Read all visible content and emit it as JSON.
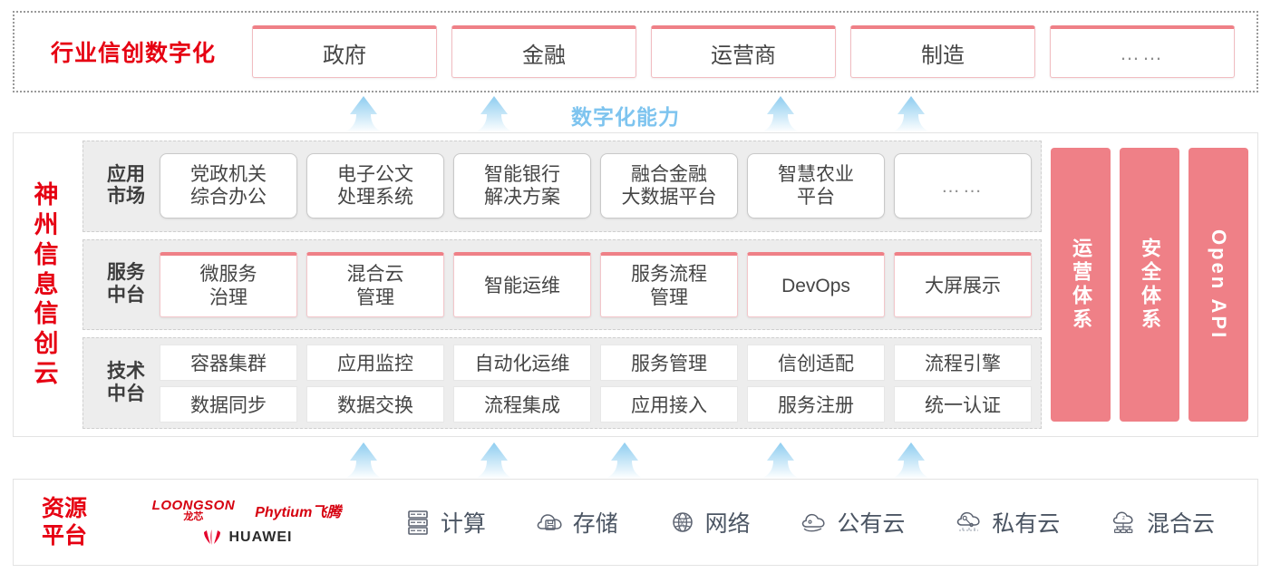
{
  "colors": {
    "red": "#e60012",
    "pink": "#ef8087",
    "arrow_blue": "#a9dcf5",
    "band_gray": "#ededed"
  },
  "industry": {
    "title": "行业信创数字化",
    "cards": [
      {
        "label": "政府"
      },
      {
        "label": "金融"
      },
      {
        "label": "运营商"
      },
      {
        "label": "制造"
      },
      {
        "label": "……"
      }
    ]
  },
  "capability_label": "数字化能力",
  "platform": {
    "vertical_title": [
      "神",
      "州",
      "信",
      "息",
      "信",
      "创",
      "云"
    ],
    "bands": [
      {
        "label": "应用\n市场",
        "label_lines": [
          "应用",
          "市场"
        ],
        "items": [
          {
            "lines": [
              "党政机关",
              "综合办公"
            ]
          },
          {
            "lines": [
              "电子公文",
              "处理系统"
            ]
          },
          {
            "lines": [
              "智能银行",
              "解决方案"
            ]
          },
          {
            "lines": [
              "融合金融",
              "大数据平台"
            ]
          },
          {
            "lines": [
              "智慧农业",
              "平台"
            ]
          },
          {
            "lines": [
              "……"
            ],
            "dots": true
          }
        ]
      },
      {
        "label_lines": [
          "服务",
          "中台"
        ],
        "items": [
          {
            "lines": [
              "微服务",
              "治理"
            ]
          },
          {
            "lines": [
              "混合云",
              "管理"
            ]
          },
          {
            "lines": [
              "智能运维"
            ]
          },
          {
            "lines": [
              "服务流程",
              "管理"
            ]
          },
          {
            "lines": [
              "DevOps"
            ]
          },
          {
            "lines": [
              "大屏展示"
            ]
          }
        ]
      },
      {
        "label_lines": [
          "技术",
          "中台"
        ],
        "rows": [
          [
            "容器集群",
            "应用监控",
            "自动化运维",
            "服务管理",
            "信创适配",
            "流程引擎"
          ],
          [
            "数据同步",
            "数据交换",
            "流程集成",
            "应用接入",
            "服务注册",
            "统一认证"
          ]
        ]
      }
    ],
    "side_panels": [
      {
        "label": "运营体系",
        "orientation": "vertical-cjk"
      },
      {
        "label": "安全体系",
        "orientation": "vertical-cjk"
      },
      {
        "label": "Open API",
        "orientation": "vertical-latin"
      }
    ]
  },
  "resource": {
    "title_lines": [
      "资源",
      "平台"
    ],
    "logos": {
      "loongson_en": "LOONGSON",
      "loongson_cn": "龙芯",
      "phytium": "Phytium飞腾",
      "huawei": "HUAWEI"
    },
    "items": [
      {
        "label": "计算",
        "icon": "server-icon"
      },
      {
        "label": "存储",
        "icon": "cloud-storage-icon"
      },
      {
        "label": "网络",
        "icon": "network-globe-icon"
      },
      {
        "label": "公有云",
        "icon": "public-cloud-icon"
      },
      {
        "label": "私有云",
        "icon": "private-cloud-icon"
      },
      {
        "label": "混合云",
        "icon": "hybrid-cloud-icon"
      }
    ]
  },
  "arrows": {
    "top_row_x": [
      378,
      522,
      838,
      982
    ],
    "bottom_row_x": [
      378,
      522,
      666,
      838,
      982
    ]
  }
}
